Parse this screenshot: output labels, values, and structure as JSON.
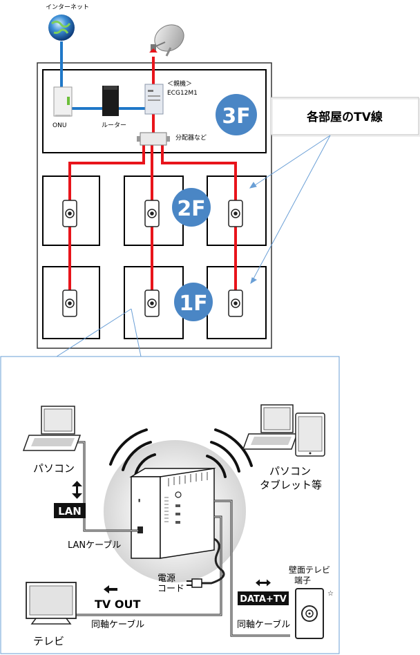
{
  "top": {
    "internet_label": "インターネット",
    "parent_label": "＜親機＞",
    "parent_model": "ECG12M1",
    "onu_label": "ONU",
    "router_label": "ルーター",
    "splitter_label": "分配器など",
    "callout_label": "各部屋のTV線",
    "floors": [
      "3F",
      "2F",
      "1F"
    ]
  },
  "bottom": {
    "pc_label": "パソコン",
    "tablet_label_1": "パソコン",
    "tablet_label_2": "タブレット等",
    "lan_badge": "LAN",
    "lan_cable_label": "LANケーブル",
    "power_cord_1": "電源",
    "power_cord_2": "コード",
    "tv_out": "TV OUT",
    "coax_left": "同軸ケーブル",
    "coax_right": "同軸ケーブル",
    "tv_label": "テレビ",
    "data_tv_badge": "DATA+TV",
    "wall_terminal_1": "壁面テレビ",
    "wall_terminal_2": "端子",
    "star": "☆"
  },
  "colors": {
    "tv_line": "#e8141b",
    "lan_line": "#1f78c8",
    "floor_badge": "#4a86c5",
    "callout_line": "#6a9fd6"
  }
}
